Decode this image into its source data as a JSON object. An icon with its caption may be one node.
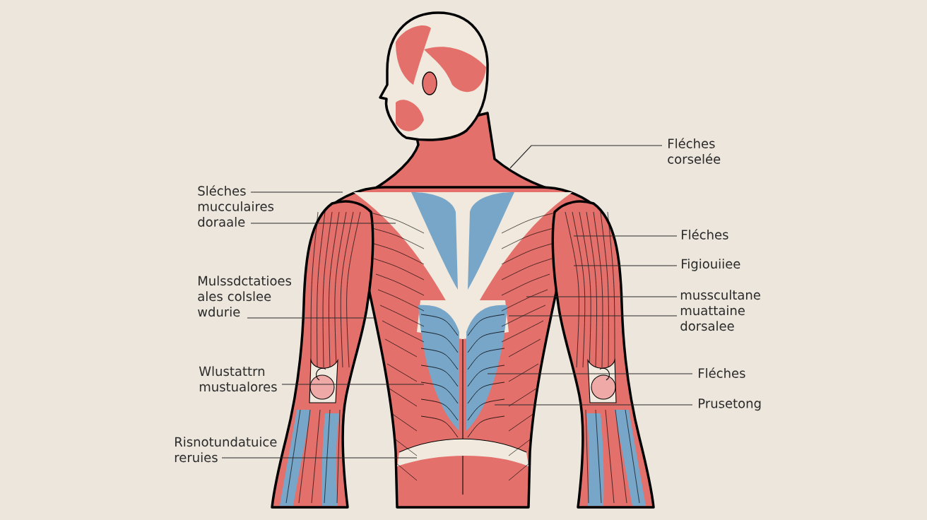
{
  "diagram": {
    "nodes": [
      {
        "text": [
          "Sléches mucculaires doraale"
        ]
      },
      {
        "text": [
          "Mulssdctatioes ales colslee wdurie"
        ]
      },
      {
        "text": [
          "Wlustattrn mustualores"
        ]
      },
      {
        "text": [
          "Risnotundatuice reruies"
        ]
      },
      {
        "text": [
          "Fléches corselée"
        ]
      },
      {
        "text": [
          "Fléches"
        ]
      },
      {
        "text": [
          "Figiouiiee"
        ]
      },
      {
        "text": [
          "musscultane muattaine dorsalee"
        ]
      },
      {
        "text": [
          "Fléches"
        ]
      },
      {
        "text": [
          "Prusetong"
        ]
      }
    ],
    "edges": [
      {
        "from": 0,
        "to": null,
        "arrow": "none"
      },
      {
        "from": 0,
        "to": null,
        "arrow": "none"
      },
      {
        "from": 1,
        "to": null,
        "arrow": "none"
      },
      {
        "from": 2,
        "to": null,
        "arrow": "none"
      },
      {
        "from": 3,
        "to": null,
        "arrow": "none"
      },
      {
        "from": 4,
        "to": null,
        "arrow": "none"
      },
      {
        "from": 5,
        "to": null,
        "arrow": "none"
      },
      {
        "from": 6,
        "to": null,
        "arrow": "none"
      },
      {
        "from": 7,
        "to": null,
        "arrow": "none"
      },
      {
        "from": 7,
        "to": null,
        "arrow": "none"
      },
      {
        "from": 8,
        "to": null,
        "arrow": "none"
      },
      {
        "from": 9,
        "to": null,
        "arrow": "none"
      }
    ]
  }
}
